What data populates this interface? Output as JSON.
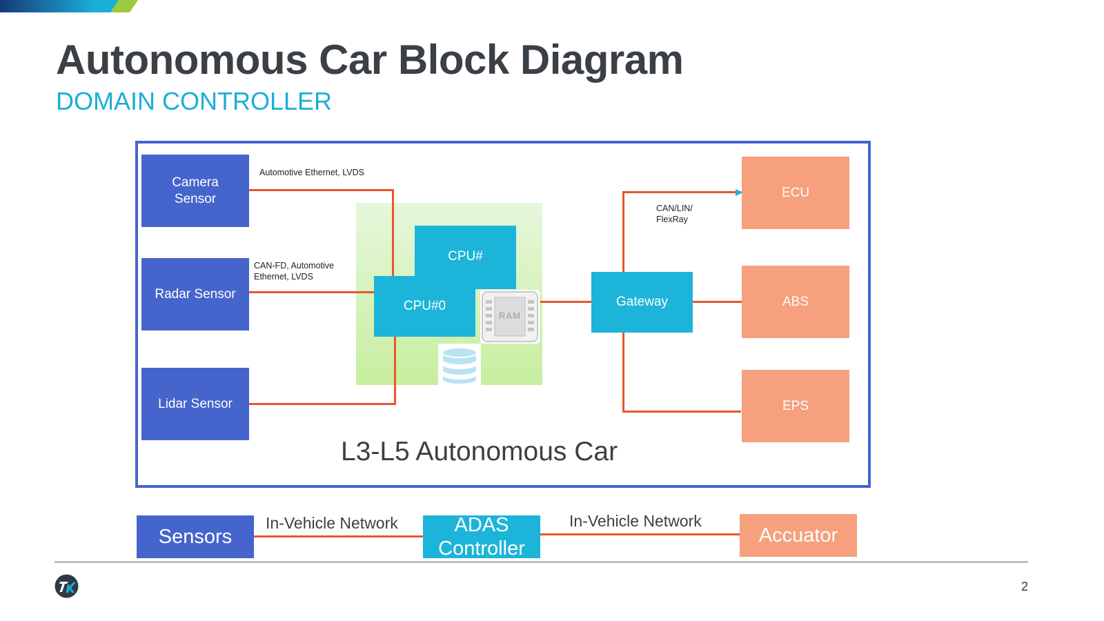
{
  "header": {
    "title": "Autonomous Car Block Diagram",
    "subtitle": "DOMAIN CONTROLLER"
  },
  "diagram": {
    "sensors": {
      "camera": "Camera\nSensor",
      "radar": "Radar Sensor",
      "lidar": "Lidar Sensor"
    },
    "links": {
      "camera": "Automotive Ethernet, LVDS",
      "radar_line1": "CAN-FD, Automotive",
      "radar_line2": "Ethernet, LVDS",
      "actuators_line1": "CAN/LIN/",
      "actuators_line2": "FlexRay"
    },
    "controller": {
      "cpu1": "CPU#",
      "cpu0": "CPU#0",
      "ram": "RAM"
    },
    "gateway": "Gateway",
    "actuators": {
      "ecu": "ECU",
      "abs": "ABS",
      "eps": "EPS"
    },
    "frame_caption": "L3-L5 Autonomous Car"
  },
  "summary": {
    "sensors": "Sensors",
    "network_left": "In-Vehicle Network",
    "controller": "ADAS\nController",
    "network_right": "In-Vehicle Network",
    "actuator": "Accuator"
  },
  "footer": {
    "page_number": "2"
  },
  "colors": {
    "sensor_blue": "#4565cc",
    "controller_cyan": "#1db4d9",
    "actuator_salmon": "#f6a07d",
    "wire_orange": "#e8562a",
    "frame_blue": "#4565cc",
    "soc_green": "#d4f2bd"
  }
}
